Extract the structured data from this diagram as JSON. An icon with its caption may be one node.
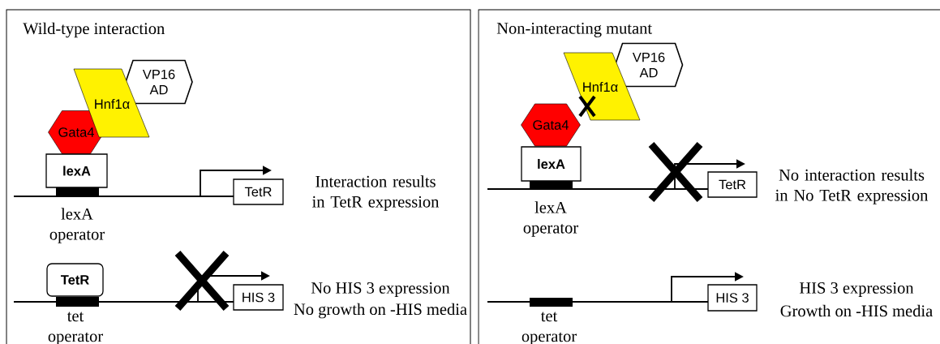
{
  "diagram": {
    "nodes": [
      {
        "text": [
          "Wild-type interaction"
        ]
      },
      {
        "text": [
          "VP16 AD"
        ],
        "in": 0
      },
      {
        "text": [
          "Hnf1α"
        ],
        "in": 0
      },
      {
        "text": [
          "Gata4"
        ],
        "in": 0
      },
      {
        "text": [
          "lexA"
        ],
        "in": 0
      },
      {
        "text": [],
        "shape": "bar",
        "beside": [
          "lexA operator"
        ],
        "in": 0
      },
      {
        "text": [
          "TetR"
        ],
        "in": 0
      },
      {
        "text": [
          "TetR"
        ],
        "in": 0
      },
      {
        "text": [],
        "shape": "bar",
        "beside": [
          "tet operator"
        ],
        "in": 0
      },
      {
        "text": [
          "HIS 3"
        ],
        "in": 0
      },
      {
        "text": [
          "Non-interacting mutant"
        ]
      },
      {
        "text": [
          "VP16 AD"
        ],
        "in": 10
      },
      {
        "text": [
          "Hnf1α"
        ],
        "in": 10
      },
      {
        "text": [
          "Gata4"
        ],
        "in": 10
      },
      {
        "text": [
          "lexA"
        ],
        "in": 10
      },
      {
        "text": [],
        "shape": "bar",
        "beside": [
          "lexA operator"
        ],
        "in": 10
      },
      {
        "text": [
          "TetR"
        ],
        "in": 10
      },
      {
        "text": [],
        "shape": "bar",
        "beside": [
          "tet operator"
        ],
        "in": 10
      },
      {
        "text": [
          "HIS 3"
        ],
        "in": 10
      }
    ],
    "labels": [
      "Interaction results in TetR expression",
      "No HIS 3 expression",
      "No growth on -HIS media",
      "No interaction results in No TetR expression",
      "HIS 3 expression",
      "Growth on -HIS media"
    ]
  }
}
